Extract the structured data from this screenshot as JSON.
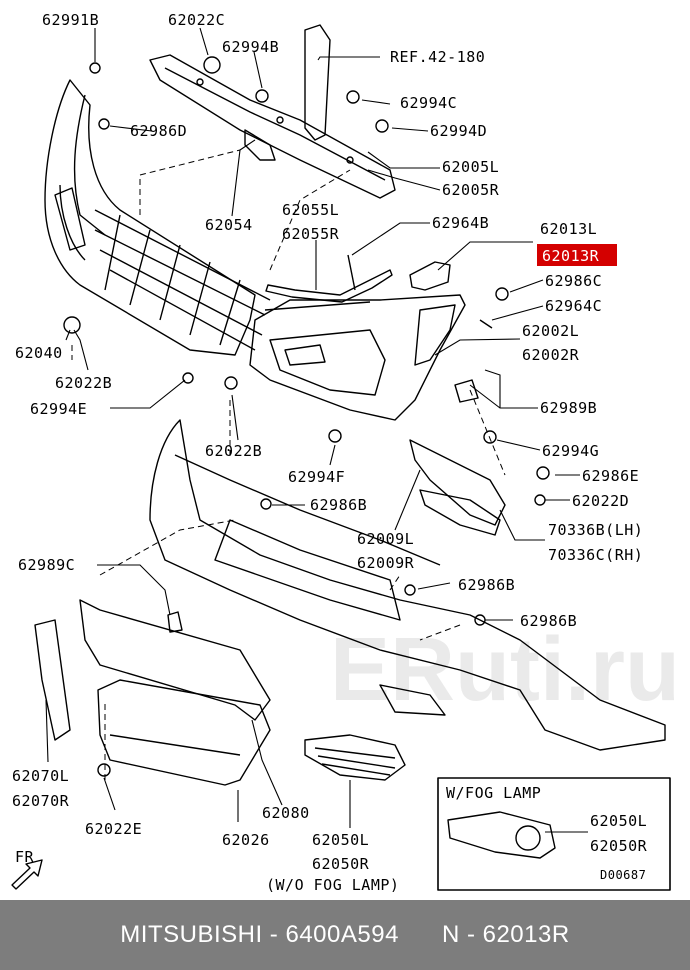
{
  "labels": {
    "l62991B": "62991B",
    "l62022C": "62022C",
    "l62994B": "62994B",
    "lref": "REF.42-180",
    "l62994C": "62994C",
    "l62986D": "62986D",
    "l62994D": "62994D",
    "l62005L": "62005L",
    "l62005R": "62005R",
    "l62054": "62054",
    "l62055L": "62055L",
    "l62055R": "62055R",
    "l62964B": "62964B",
    "l62013L": "62013L",
    "l62013R": "62013R",
    "l62986C": "62986C",
    "l62964C": "62964C",
    "l62002L": "62002L",
    "l62002R": "62002R",
    "l62040": "62040",
    "l62022B_a": "62022B",
    "l62994E": "62994E",
    "l62989B": "62989B",
    "l62022B_b": "62022B",
    "l62994G": "62994G",
    "l62994F": "62994F",
    "l62986E": "62986E",
    "l62986B_a": "62986B",
    "l62022D": "62022D",
    "l62009L": "62009L",
    "l70336B": "70336B(LH)",
    "l62009R": "62009R",
    "l70336C": "70336C(RH)",
    "l62989C": "62989C",
    "l62986B_b": "62986B",
    "l62986B_c": "62986B",
    "l62070L": "62070L",
    "l62070R": "62070R",
    "l62080": "62080",
    "l62022E": "62022E",
    "l62026": "62026",
    "l62050L": "62050L",
    "l62050R": "62050R",
    "lwofog": "(W/O FOG LAMP)",
    "lwfog": "W/FOG LAMP",
    "lwfog62050L": "62050L",
    "lwfog62050R": "62050R",
    "lfr": "FR",
    "ldrawing": "D00687"
  },
  "highlight_color": "#d40000",
  "watermark": "ERuti.ru",
  "footer": {
    "brand": "MITSUBISHI",
    "sep1": " - ",
    "catalog": "6400A594",
    "gap": "      ",
    "prefix": "N - ",
    "part": "62013R"
  }
}
